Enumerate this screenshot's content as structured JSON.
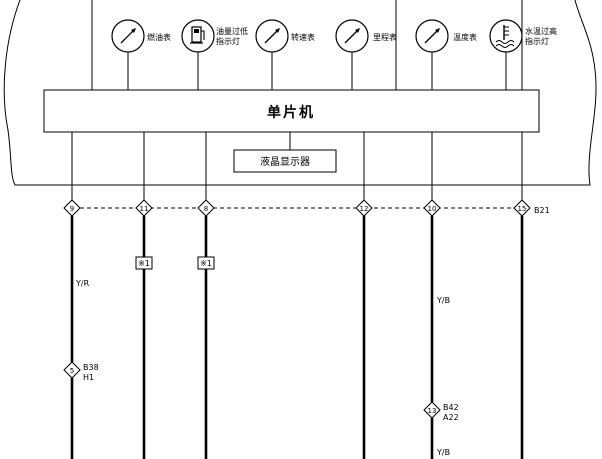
{
  "gauges": [
    {
      "label": "燃油表",
      "icon": "needle-gauge-icon"
    },
    {
      "label_line1": "油量过低",
      "label_line2": "指示灯",
      "icon": "fuel-pump-icon"
    },
    {
      "label": "转速表",
      "icon": "needle-gauge-icon"
    },
    {
      "label": "里程表",
      "icon": "needle-gauge-icon"
    },
    {
      "label": "温度表",
      "icon": "needle-gauge-icon"
    },
    {
      "label_line1": "水温过高",
      "label_line2": "指示灯",
      "icon": "coolant-temp-icon"
    }
  ],
  "mcu_label": "单片机",
  "lcd_label": "液晶显示器",
  "connector_pins": [
    "9",
    "11",
    "8",
    "12",
    "10",
    "15"
  ],
  "connector_ref": "B21",
  "splice_labels": [
    "※1",
    "※1"
  ],
  "wire_colors": {
    "left": "Y/R",
    "right_upper": "Y/B",
    "right_lower": "Y/B"
  },
  "lower_connectors": [
    {
      "pin": "5",
      "ref1": "B38",
      "ref2": "H1"
    },
    {
      "pin": "13",
      "ref1": "B42",
      "ref2": "A22"
    }
  ]
}
